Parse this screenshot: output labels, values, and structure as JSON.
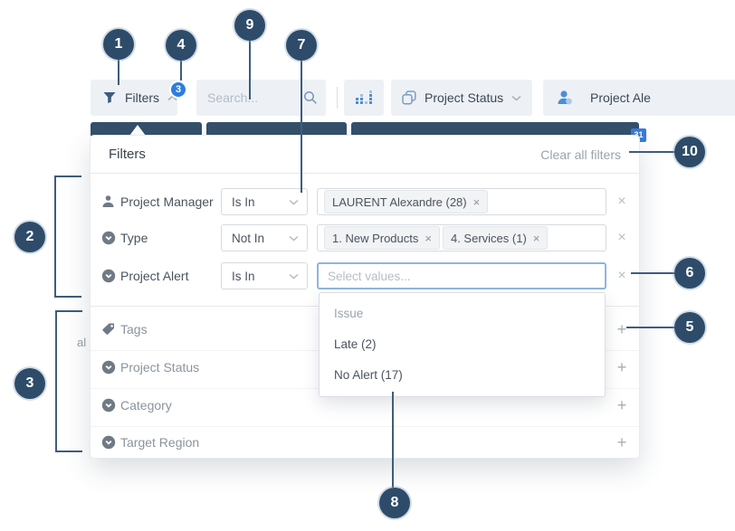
{
  "toolbar": {
    "filters_button": {
      "label": "Filters",
      "count_badge": "3"
    },
    "search": {
      "placeholder": "Search..."
    },
    "project_status_button": {
      "label": "Project Status"
    },
    "project_alert_button": {
      "label": "Project Ale"
    }
  },
  "tab_bar": {
    "count_badge": "31"
  },
  "background_fragment": "al",
  "filters_panel": {
    "title": "Filters",
    "clear_all_label": "Clear all filters",
    "remove_icon": "×",
    "add_icon": "+",
    "active_filters": [
      {
        "label": "Project Manager",
        "operator": "Is In",
        "values": [
          "LAURENT Alexandre (28)"
        ]
      },
      {
        "label": "Type",
        "operator": "Not In",
        "values": [
          "1. New Products",
          "4. Services (1)"
        ]
      },
      {
        "label": "Project Alert",
        "operator": "Is In",
        "values": [],
        "placeholder": "Select values..."
      }
    ],
    "available_filters": [
      {
        "label": "Tags"
      },
      {
        "label": "Project Status"
      },
      {
        "label": "Category"
      },
      {
        "label": "Target Region"
      }
    ]
  },
  "value_dropdown": {
    "items": [
      {
        "label": "Issue"
      },
      {
        "label": "Late (2)"
      },
      {
        "label": "No Alert (17)"
      }
    ]
  },
  "callouts": [
    {
      "n": "1"
    },
    {
      "n": "2"
    },
    {
      "n": "3"
    },
    {
      "n": "4"
    },
    {
      "n": "5"
    },
    {
      "n": "6"
    },
    {
      "n": "7"
    },
    {
      "n": "8"
    },
    {
      "n": "9"
    },
    {
      "n": "10"
    }
  ],
  "colors": {
    "accent_blue": "#2d7de0",
    "callout_navy": "#2e4c6a",
    "tab_bar": "#35506b",
    "focus_border": "#8db6de"
  }
}
